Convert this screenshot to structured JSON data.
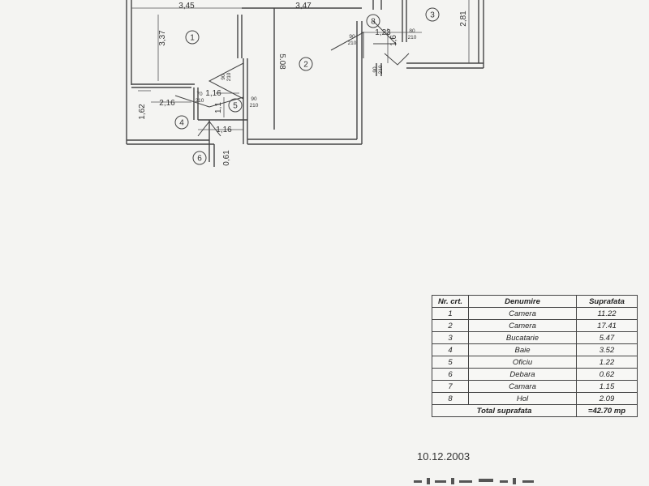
{
  "plan": {
    "dims": {
      "top_left_width": "3,45",
      "top_mid_width": "3,47",
      "room1_height": "3,37",
      "room2_height": "5.08",
      "room3_height": "2,81",
      "room4_width": "2,16",
      "room4_height": "1,62",
      "oficiu_width": "1,16",
      "oficiu_height": "1,1",
      "bottom_width": "1,16",
      "debara_depth": "0,61",
      "hol_width": "1,23",
      "hol_depth": "1,6"
    },
    "room_numbers": [
      "1",
      "2",
      "3",
      "4",
      "5",
      "6",
      "8"
    ],
    "door_labels": {
      "d_70_210": [
        "70",
        "210"
      ],
      "d_90_210_a": [
        "90",
        "210"
      ],
      "d_90_210_b": [
        "90",
        "210"
      ],
      "d_90_210_c": [
        "90",
        "210"
      ],
      "d_90_210_d": [
        "90",
        "210"
      ],
      "d_80_210": [
        "80",
        "210"
      ]
    }
  },
  "table": {
    "headers": [
      "Nr. crt.",
      "Denumire",
      "Suprafata"
    ],
    "rows": [
      [
        "1",
        "Camera",
        "11.22"
      ],
      [
        "2",
        "Camera",
        "17.41"
      ],
      [
        "3",
        "Bucatarie",
        "5.47"
      ],
      [
        "4",
        "Baie",
        "3.52"
      ],
      [
        "5",
        "Oficiu",
        "1.22"
      ],
      [
        "6",
        "Debara",
        "0.62"
      ],
      [
        "7",
        "Camara",
        "1.15"
      ],
      [
        "8",
        "Hol",
        "2.09"
      ]
    ],
    "total_label": "Total suprafata",
    "total_value": "=42.70 mp"
  },
  "date": "10.12.2003"
}
